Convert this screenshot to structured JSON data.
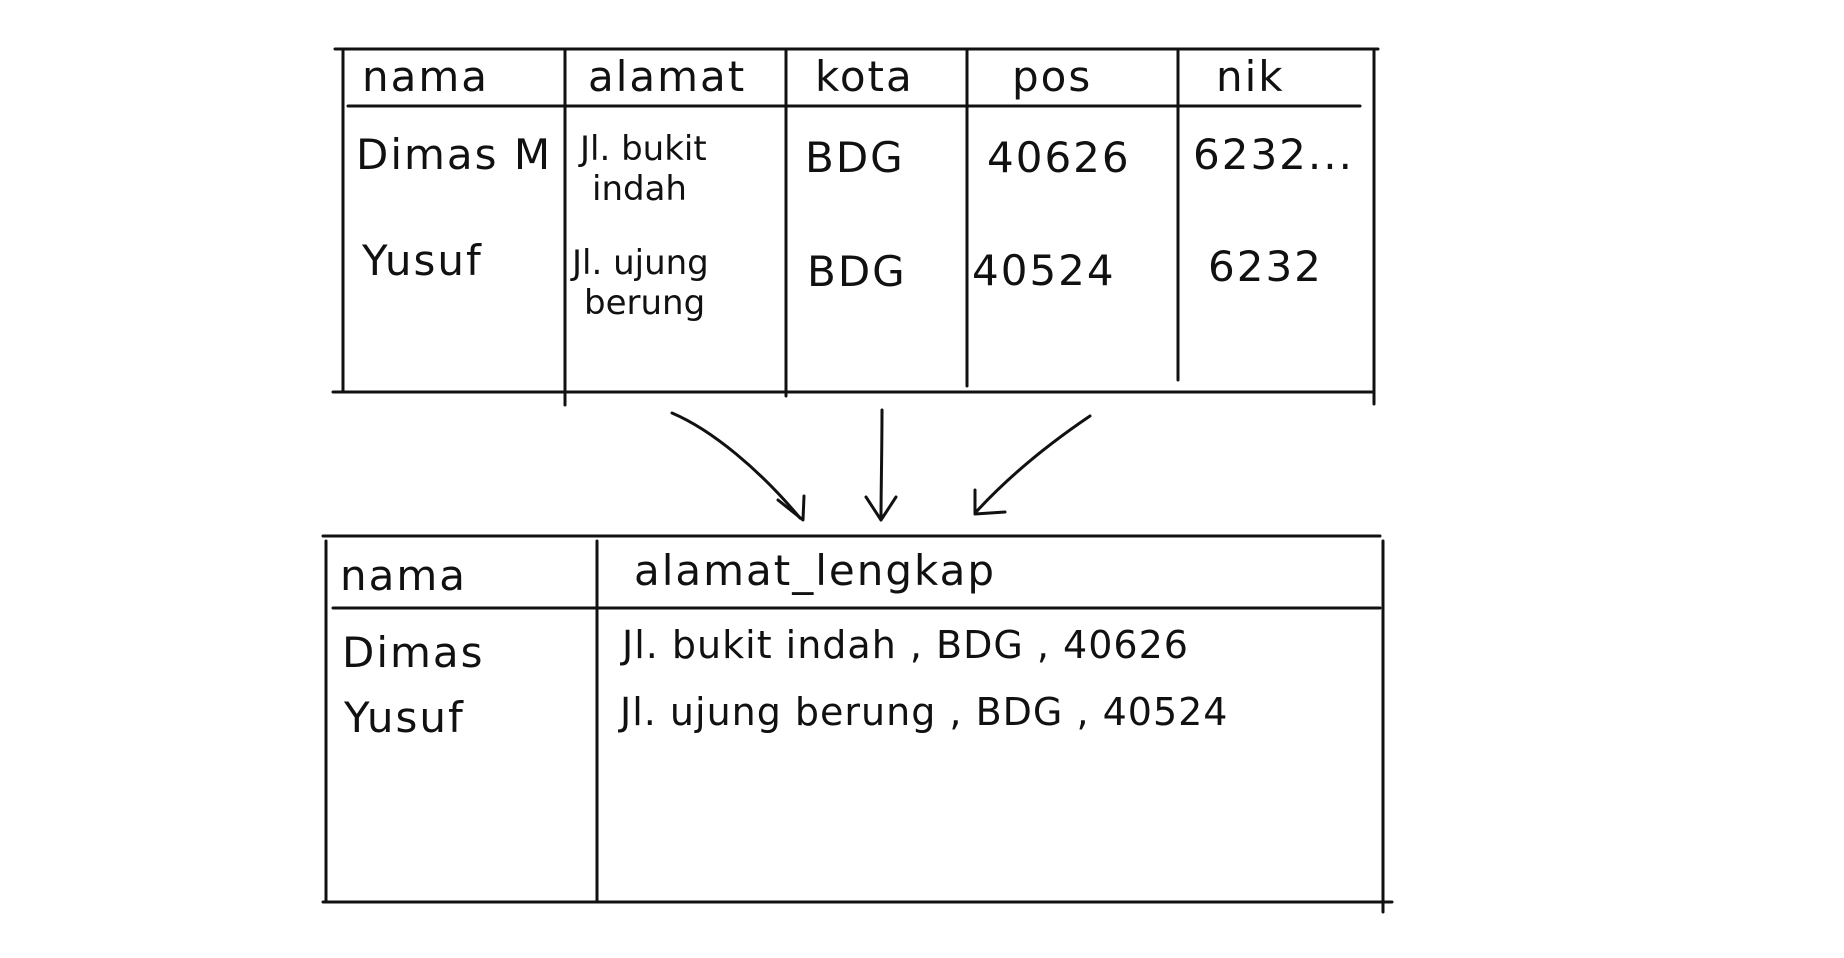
{
  "source_table": {
    "headers": [
      "nama",
      "alamat",
      "kota",
      "pos",
      "nik"
    ],
    "rows": [
      {
        "nama": "Dimas M",
        "alamat_line1": "Jl. bukit",
        "alamat_line2": "indah",
        "kota": "BDG",
        "pos": "40626",
        "nik": "6232..."
      },
      {
        "nama": "Yusuf",
        "alamat_line1": "Jl. ujung",
        "alamat_line2": "berung",
        "kota": "BDG",
        "pos": "40524",
        "nik": "6232"
      }
    ]
  },
  "result_table": {
    "headers": [
      "nama",
      "alamat_lengkap"
    ],
    "rows": [
      {
        "nama": "Dimas",
        "alamat_lengkap": "Jl. bukit indah , BDG , 40626"
      },
      {
        "nama": "Yusuf",
        "alamat_lengkap": "Jl. ujung berung , BDG , 40524"
      }
    ]
  },
  "colors": {
    "ink": "#111111",
    "paper": "#ffffff"
  }
}
